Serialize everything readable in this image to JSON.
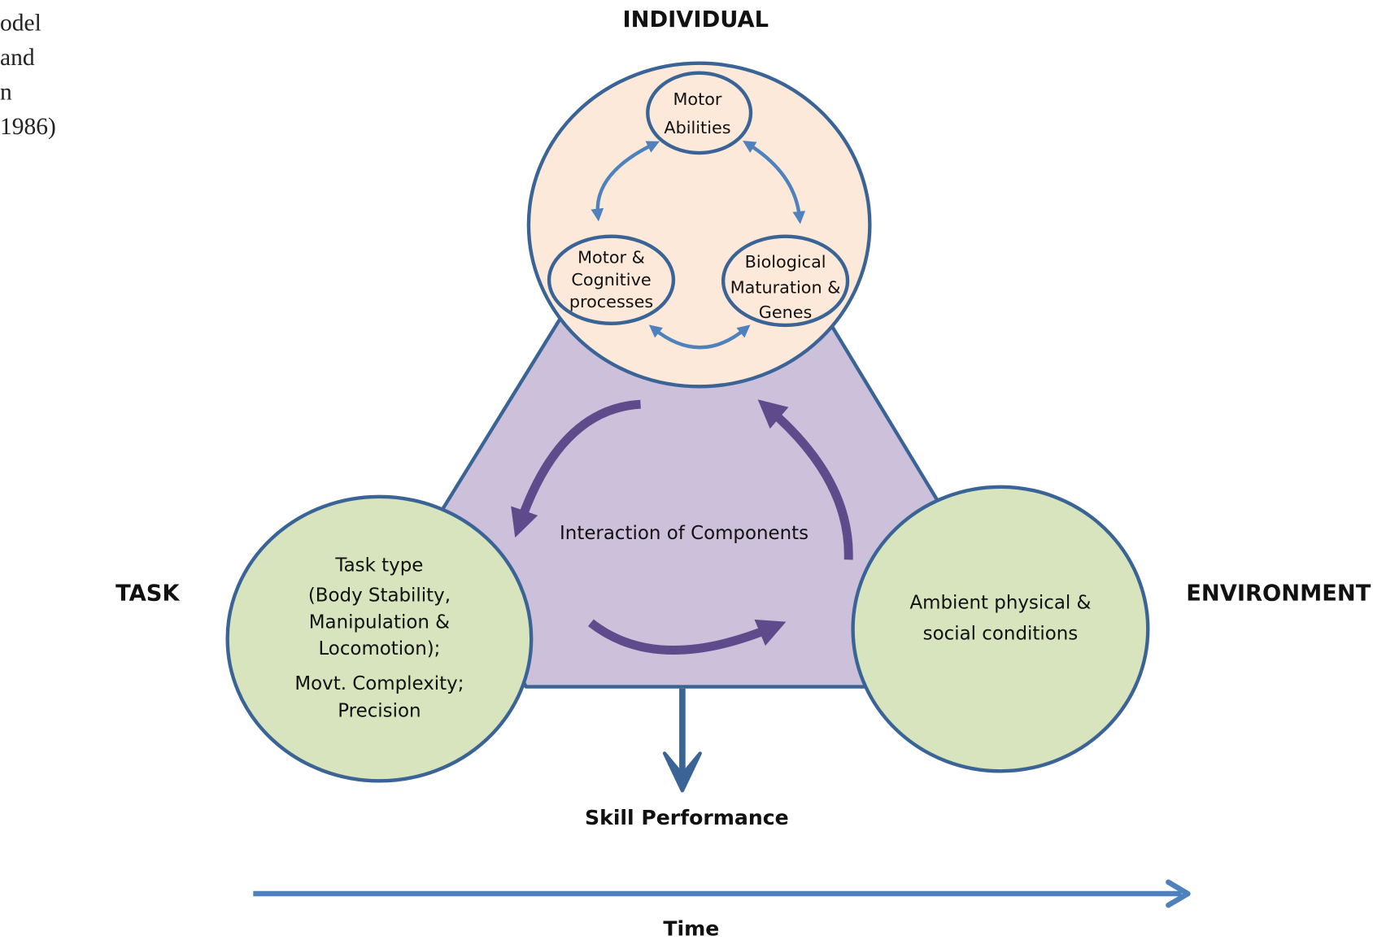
{
  "caption_fragment": [
    "odel",
    "and",
    "n",
    "1986)"
  ],
  "headers": {
    "individual": "INDIVIDUAL",
    "task": "TASK",
    "environment": "ENVIRONMENT"
  },
  "individual": {
    "motor_abilities": [
      "Motor",
      "Abilities"
    ],
    "motor_cognitive": [
      "Motor &",
      "Cognitive",
      "processes"
    ],
    "biological": [
      "Biological",
      "Maturation &",
      "Genes"
    ]
  },
  "task_circle": [
    "Task type",
    "(Body Stability,",
    "Manipulation &",
    "Locomotion);",
    "Movt. Complexity;",
    "Precision"
  ],
  "environment_circle": [
    "Ambient physical &",
    "social conditions"
  ],
  "center_label": "Interaction of Components",
  "output_label": "Skill Performance",
  "time_label": "Time",
  "colors": {
    "outline": "#3b6496",
    "individual_fill": "#fde9d9",
    "triangle_fill": "#ccc0da",
    "green_fill": "#d7e4bd",
    "inner_arrow": "#4f81bd",
    "cycle_arrow": "#5f4b8b"
  }
}
